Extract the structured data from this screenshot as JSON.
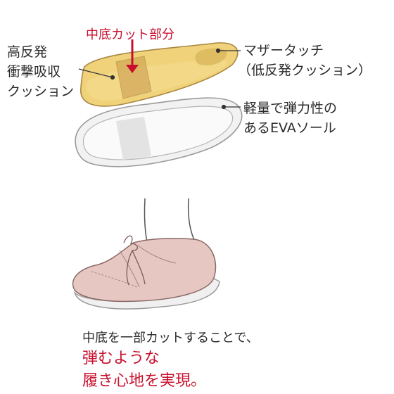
{
  "labels": {
    "cut_part": "中底カット部分",
    "cushion_left": [
      "高反発",
      "衝撃吸収",
      "クッション"
    ],
    "mother_touch": [
      "マザータッチ",
      "（低反発クッション）"
    ],
    "eva_sole": [
      "軽量で弾力性の",
      "あるEVAソール"
    ]
  },
  "caption": {
    "line1": "中底を一部カットすることで、",
    "line2": "弾むような",
    "line3": "履き心地を実現。"
  },
  "colors": {
    "accent_red": "#c8102e",
    "insole_yellow": "#f0d27a",
    "shoe_pink": "#e6c7c2"
  }
}
